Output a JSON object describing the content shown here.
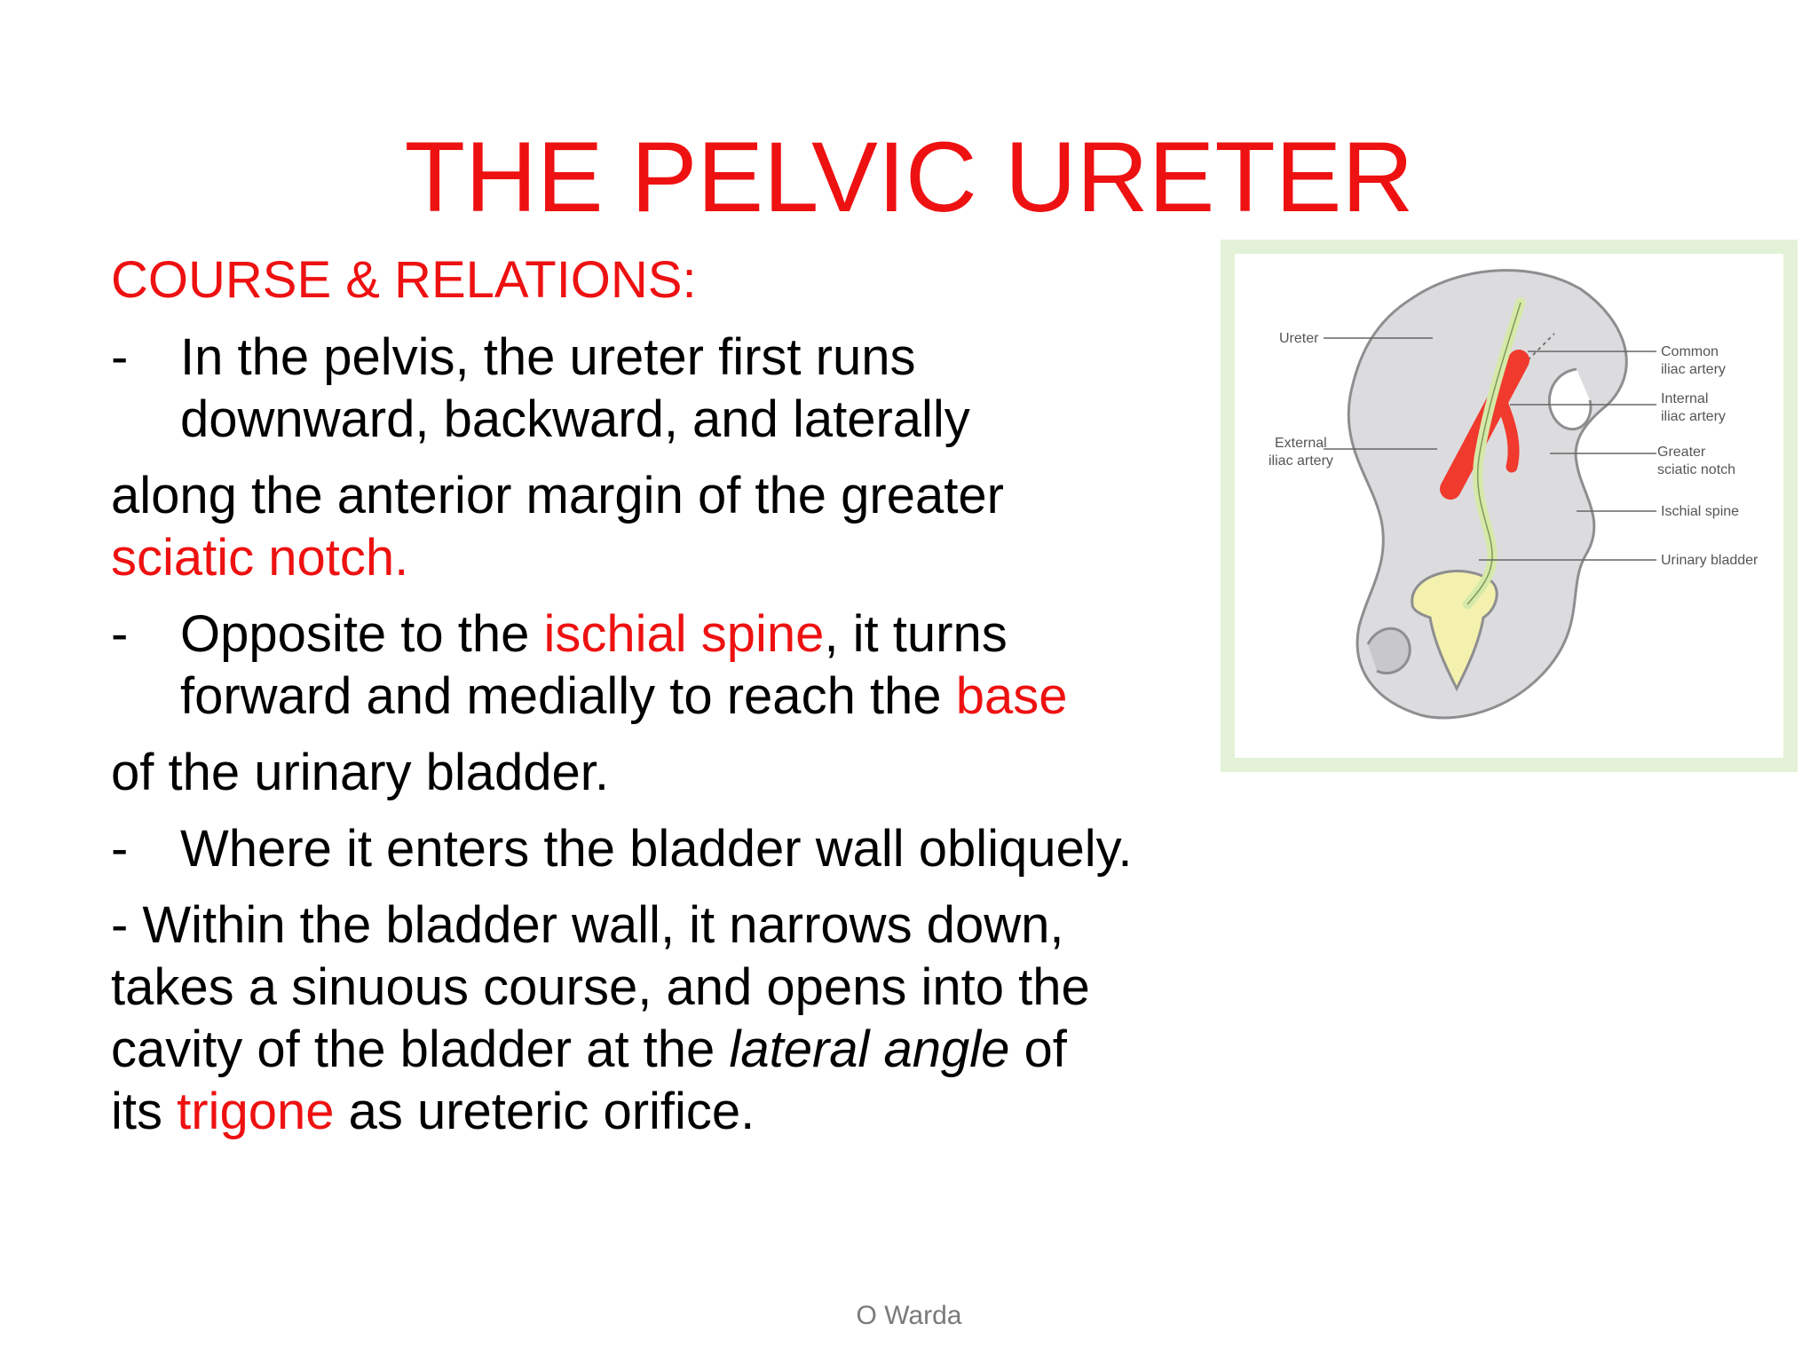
{
  "slide": {
    "title": "THE PELVIC URETER",
    "subheading": "COURSE & RELATIONS:",
    "bullet_marker": "-",
    "bullet1": {
      "line1": "In the pelvis, the ureter first runs",
      "line2": "downward, backward, and laterally",
      "line3": " along the anterior margin of the greater",
      "line4": "sciatic notch."
    },
    "bullet2": {
      "line1_before": "Opposite to the ",
      "line1_red": "ischial spine",
      "line1_after": ", it turns",
      "line2_before": "forward and medially to reach the ",
      "line2_red": "base",
      "line3": " of the urinary bladder."
    },
    "bullet3": {
      "text": "Where it enters the bladder wall obliquely."
    },
    "bullet4": {
      "line1": "-  Within the bladder wall, it narrows down,",
      "line2": "takes a sinuous course, and opens into the",
      "line3_before": "cavity of the bladder at the ",
      "line3_italic": "lateral angle",
      "line3_after": " of",
      "line4_before": "its ",
      "line4_red": "trigone",
      "line4_after": " as ureteric orifice."
    },
    "footer": "O Warda"
  },
  "figure": {
    "labels": {
      "ureter": "Ureter",
      "external_iliac_1": "External",
      "external_iliac_2": "iliac artery",
      "common_iliac_1": "Common",
      "common_iliac_2": "iliac artery",
      "internal_iliac_1": "Internal",
      "internal_iliac_2": "iliac artery",
      "greater_sciatic_1": "Greater",
      "greater_sciatic_2": "sciatic notch",
      "ischial_spine": "Ischial spine",
      "urinary_bladder": "Urinary bladder"
    },
    "colors": {
      "artery": "#f03a2e",
      "ureter": "#d6e9a8",
      "bone": "#d9d9db",
      "bladder": "#f3f0a8",
      "frame": "#e3f2d6"
    }
  }
}
